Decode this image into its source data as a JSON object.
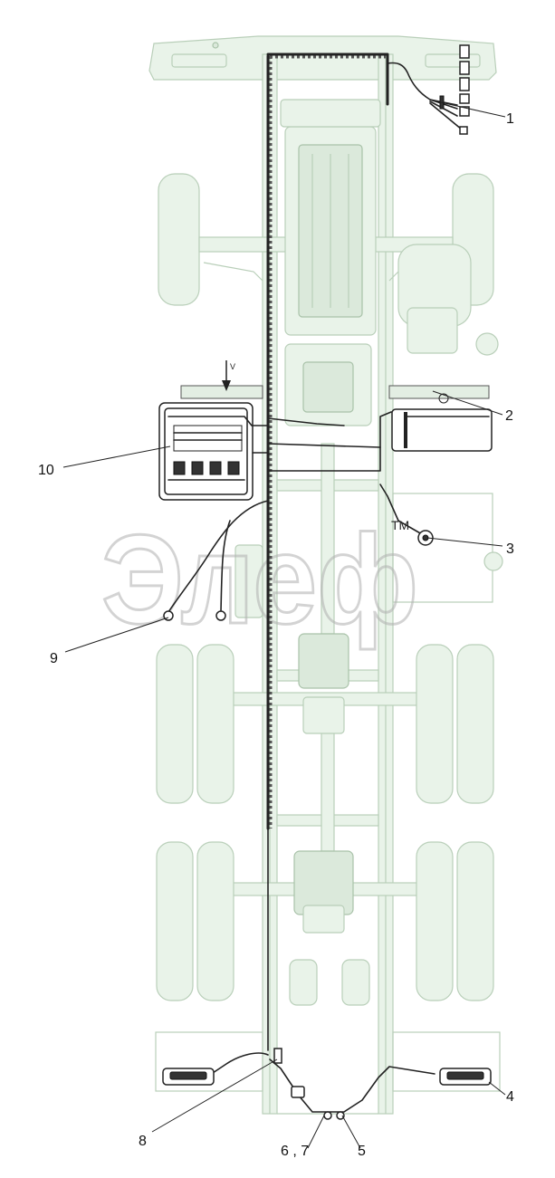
{
  "callouts": [
    {
      "id": "c1",
      "label": "1"
    },
    {
      "id": "c2",
      "label": "2"
    },
    {
      "id": "c3",
      "label": "3"
    },
    {
      "id": "c4",
      "label": "4"
    },
    {
      "id": "c5",
      "label": "5"
    },
    {
      "id": "c67",
      "label": "6 , 7"
    },
    {
      "id": "c8",
      "label": "8"
    },
    {
      "id": "c9",
      "label": "9"
    },
    {
      "id": "c10",
      "label": "10"
    }
  ],
  "view_arrow_label": "V",
  "watermark": "Элеф",
  "tm_mark": "TM"
}
